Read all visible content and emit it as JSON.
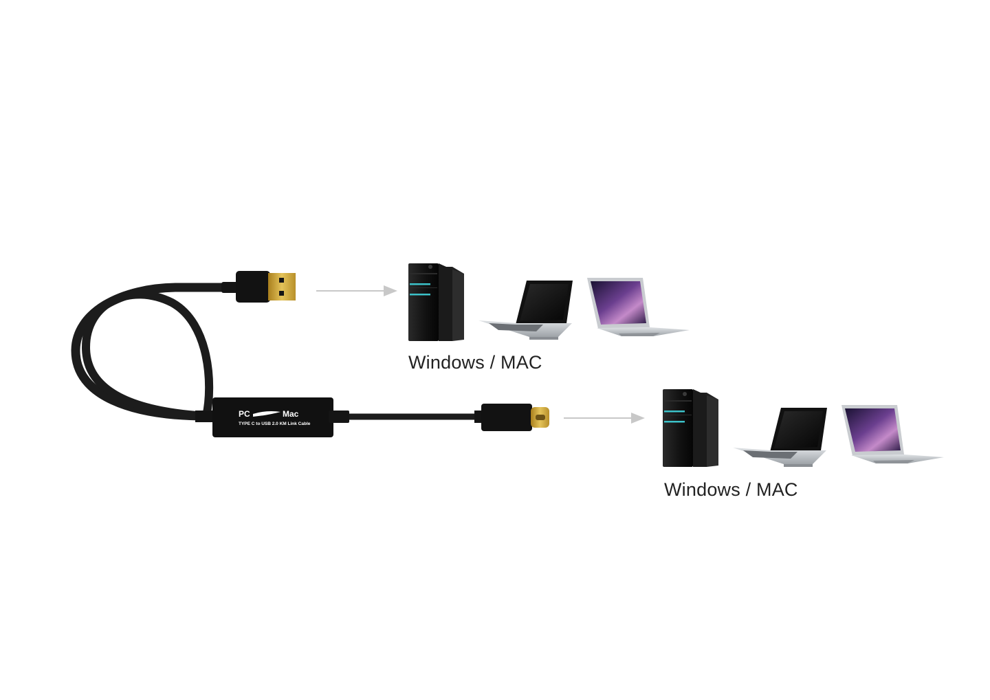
{
  "adapter": {
    "left_label": "PC",
    "right_label": "Mac",
    "subtitle": "TYPE C to USB 2.0 KM Link Cable"
  },
  "targets": [
    {
      "label": "Windows / MAC"
    },
    {
      "label": "Windows / MAC"
    }
  ],
  "colors": {
    "cable": "#1c1c1c",
    "connector_body": "#111111",
    "usb_a_gold": "#c9a235",
    "type_c_gold": "#d8b04a",
    "arrow": "#c8c8c8",
    "tower_body": "#151515",
    "tower_led": "#3cc2c9",
    "laptop_silver": "#b9bdc2",
    "macbook_screen": "#4a2f6b"
  },
  "icons": [
    "usb-a-connector-icon",
    "usb-c-connector-icon",
    "desktop-tower-icon",
    "windows-laptop-icon",
    "macbook-icon",
    "arrow-right-icon"
  ]
}
